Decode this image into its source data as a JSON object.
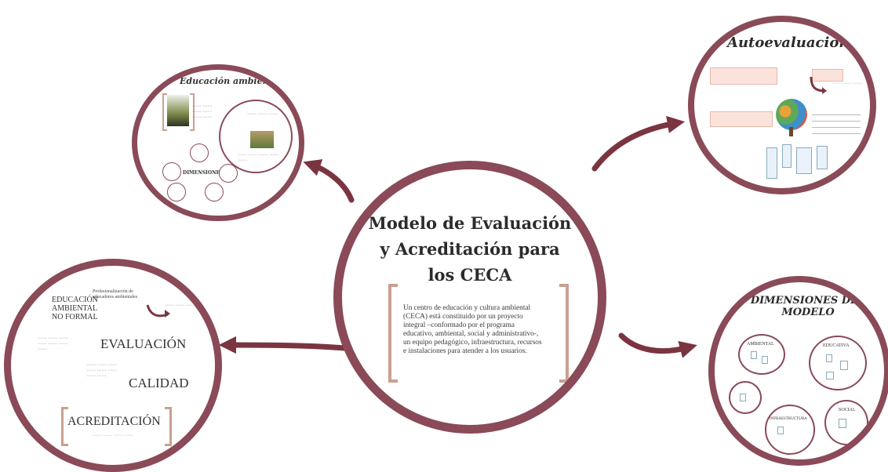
{
  "colors": {
    "ring": "#8a4a57",
    "bracket": "#c9a090",
    "arrow": "#7a3540"
  },
  "center": {
    "title": "Modelo de Evaluación y Acreditación para los CECA",
    "description": "Un centro de educación y cultura ambiental (CECA) está constituido por un proyecto integral –conformado por el programa educativo, ambiental, social y administrativo-, un equipo pedagógico, infraestructura, recursos e instalaciones para atender a los usuarios."
  },
  "educacion_ambiental": {
    "title": "Educación ambiental",
    "dimensiones_label": "DIMENSIONES"
  },
  "autoevaluacion": {
    "title": "Autoevaluación"
  },
  "evaluacion": {
    "no_formal": "EDUCACIÓN AMBIENTAL NO FORMAL",
    "profesionalizacion": "Profesionalización de educadores ambientales",
    "evaluacion": "EVALUACIÓN",
    "calidad": "CALIDAD",
    "acreditacion": "ACREDITACIÓN"
  },
  "dimensiones": {
    "title": "DIMENSIONES DEL MODELO",
    "ambiental": "AMBIENTAL",
    "educativa": "EDUCATIVA",
    "infraestructura": "INFRAESTRUCTURA",
    "social": "SOCIAL"
  }
}
